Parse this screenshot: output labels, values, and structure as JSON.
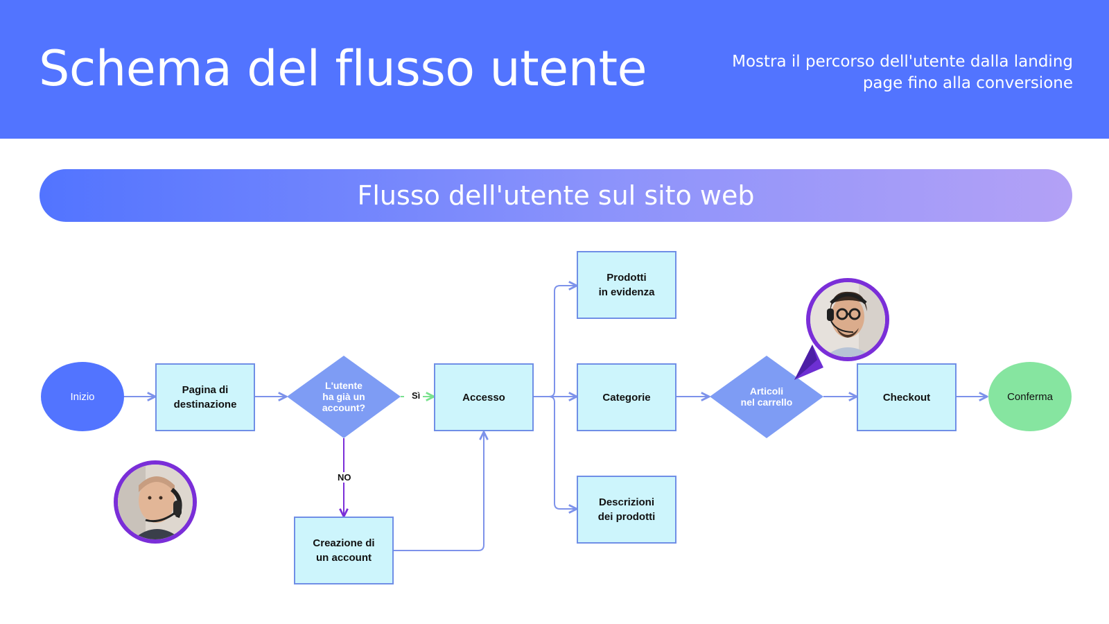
{
  "header": {
    "title": "Schema del flusso utente",
    "subtitle": "Mostra il percorso dell'utente dalla landing page fino alla conversione"
  },
  "banner": {
    "title": "Flusso dell'utente sul sito web"
  },
  "flow": {
    "nodes": {
      "start": "Inizio",
      "landing": "Pagina di\ndestinazione",
      "has_account": "L'utente\nha già un\naccount?",
      "login": "Accesso",
      "create_account": "Creazione di\nun account",
      "featured": "Prodotti\nin evidenza",
      "categories": "Categorie",
      "descriptions": "Descrizioni\ndei prodotti",
      "cart": "Articoli\nnel carrello",
      "checkout": "Checkout",
      "confirm": "Conferma"
    },
    "edge_labels": {
      "yes": "Sì",
      "no": "NO"
    }
  },
  "colors": {
    "header_bg": "#5274ff",
    "box_fill": "#cdf5fc",
    "box_border": "#6f8ee6",
    "start_oval": "#5274ff",
    "diamond": "#7e9cf4",
    "end_oval": "#86e5a0",
    "connector": "#7d92ea",
    "no_arrow": "#7a2ed8",
    "yes_arrow": "#79e28e",
    "avatar_ring": "#7a2ed8"
  },
  "icons": {
    "avatar_left": "support-agent-avatar-icon",
    "avatar_right": "support-agent-avatar-icon",
    "pointer": "cursor-pointer-icon"
  }
}
